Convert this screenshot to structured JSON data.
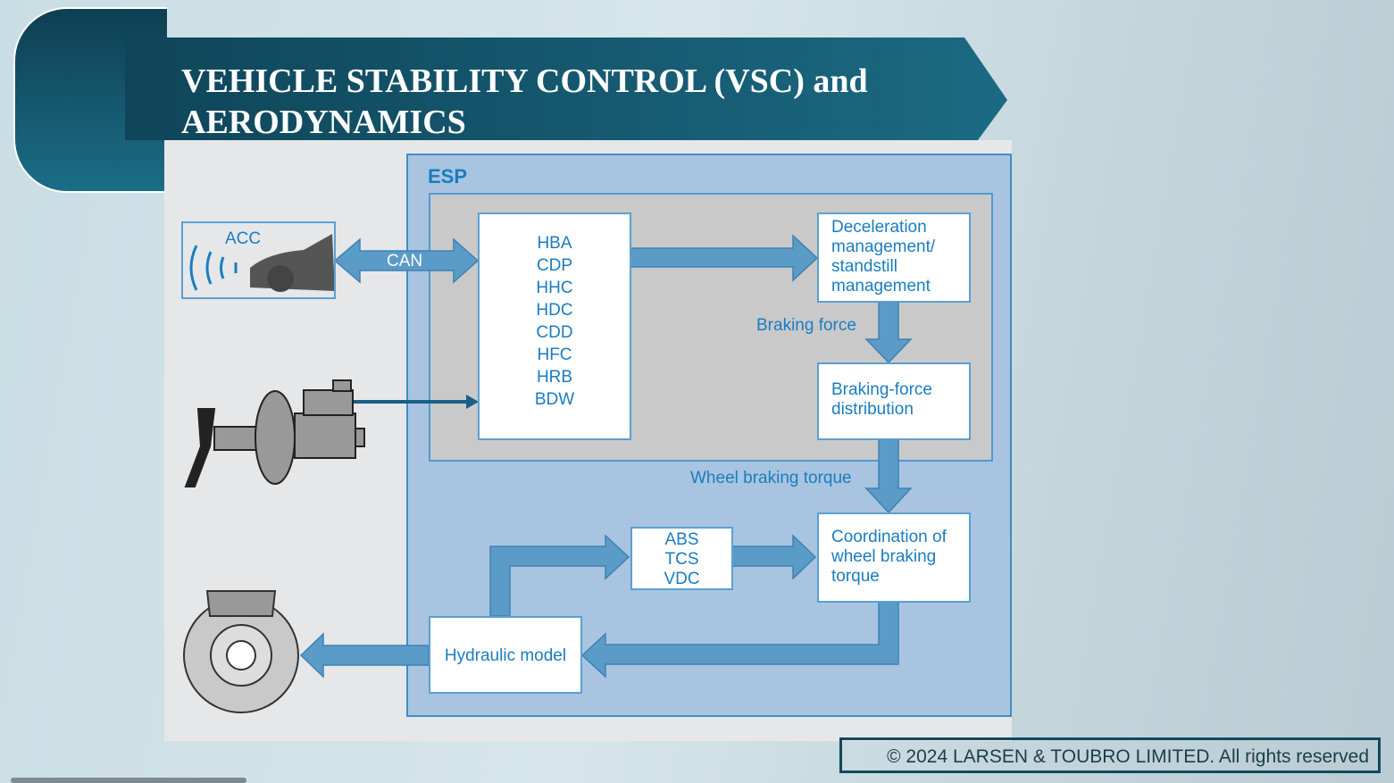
{
  "slide": {
    "title_line1": "VEHICLE   STABILITY CONTROL (VSC) and",
    "title_line2": "AERODYNAMICS",
    "footer": "© 2024 LARSEN & TOUBRO LIMITED. All rights reserved"
  },
  "diagram": {
    "esp_label": "ESP",
    "acc_label": "ACC",
    "can_label": "CAN",
    "functions": [
      "HBA",
      "CDP",
      "HHC",
      "HDC",
      "CDD",
      "HFC",
      "HRB",
      "BDW"
    ],
    "deceleration": "Deceleration management/ standstill management",
    "braking_force": "Braking force",
    "distribution": "Braking-force distribution",
    "wheel_torque": "Wheel braking torque",
    "coordination": "Coordination of wheel braking torque",
    "abs": [
      "ABS",
      "TCS",
      "VDC"
    ],
    "hydraulic": "Hydraulic model"
  },
  "colors": {
    "header": "#0f4a5e",
    "text_blue": "#1a7dbf",
    "arrow": "#5b9bc8",
    "esp_bg": "#a9c4e0"
  }
}
